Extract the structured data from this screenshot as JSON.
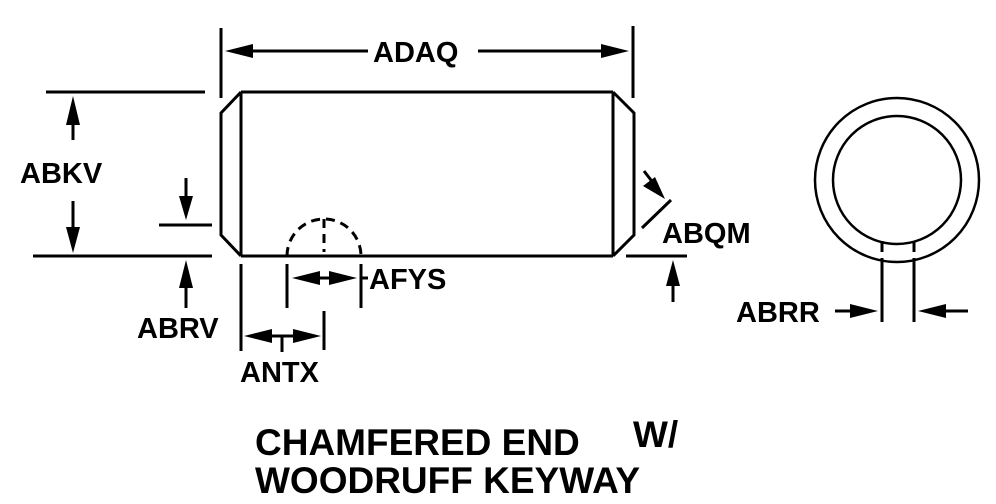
{
  "diagram": {
    "type": "engineering-drawing",
    "subject": "pin",
    "title_line1": "CHAMFERED END",
    "title_suffix": "W/",
    "title_line2": "WOODRUFF KEYWAY",
    "colors": {
      "ink": "#000000",
      "background": "#ffffff"
    },
    "views": [
      {
        "name": "side-view",
        "features": [
          "chamfered-left-end",
          "chamfered-right-end",
          "woodruff-keyway-hidden"
        ]
      },
      {
        "name": "end-view",
        "features": [
          "outer-circle",
          "inner-circle",
          "keyway-slot"
        ]
      }
    ],
    "dimensions": {
      "overall_length": "ADAQ",
      "diameter": "ABKV",
      "chamfer_size": "ABQM",
      "chamfer_height": "ABRV",
      "keyway_position": "ANTX",
      "keyway_width": "AFYS",
      "keyway_slot_width": "ABRR"
    }
  }
}
